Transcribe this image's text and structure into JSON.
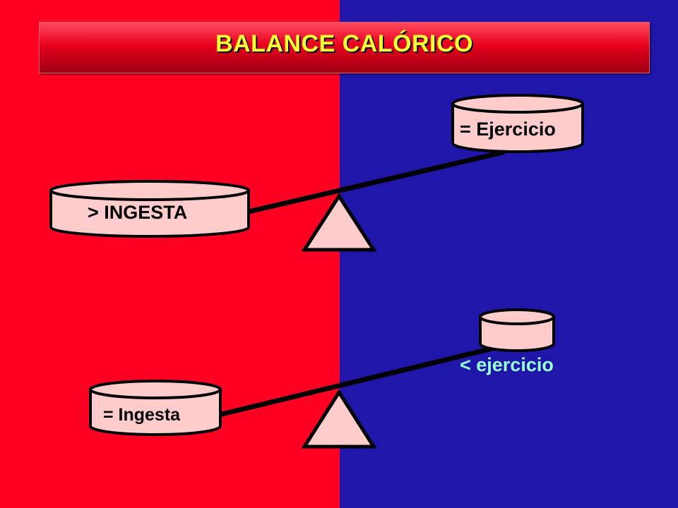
{
  "title": "BALANCE CALÓRICO",
  "colors": {
    "left_background": "#ff0022",
    "right_background": "#2016aa",
    "title_gradient_top": "#ff4a5e",
    "title_gradient_mid": "#e8001c",
    "title_gradient_bottom": "#9c0014",
    "title_text": "#ffff33",
    "cylinder_fill": "#ffcccc",
    "outline": "#000000",
    "ejercicio_low_text": "#99ffcc"
  },
  "top_balance": {
    "left_weight_label": "> INGESTA",
    "right_weight_label": "= Ejercicio"
  },
  "bottom_balance": {
    "left_weight_label": "= Ingesta",
    "right_weight_label": "< ejercicio"
  }
}
